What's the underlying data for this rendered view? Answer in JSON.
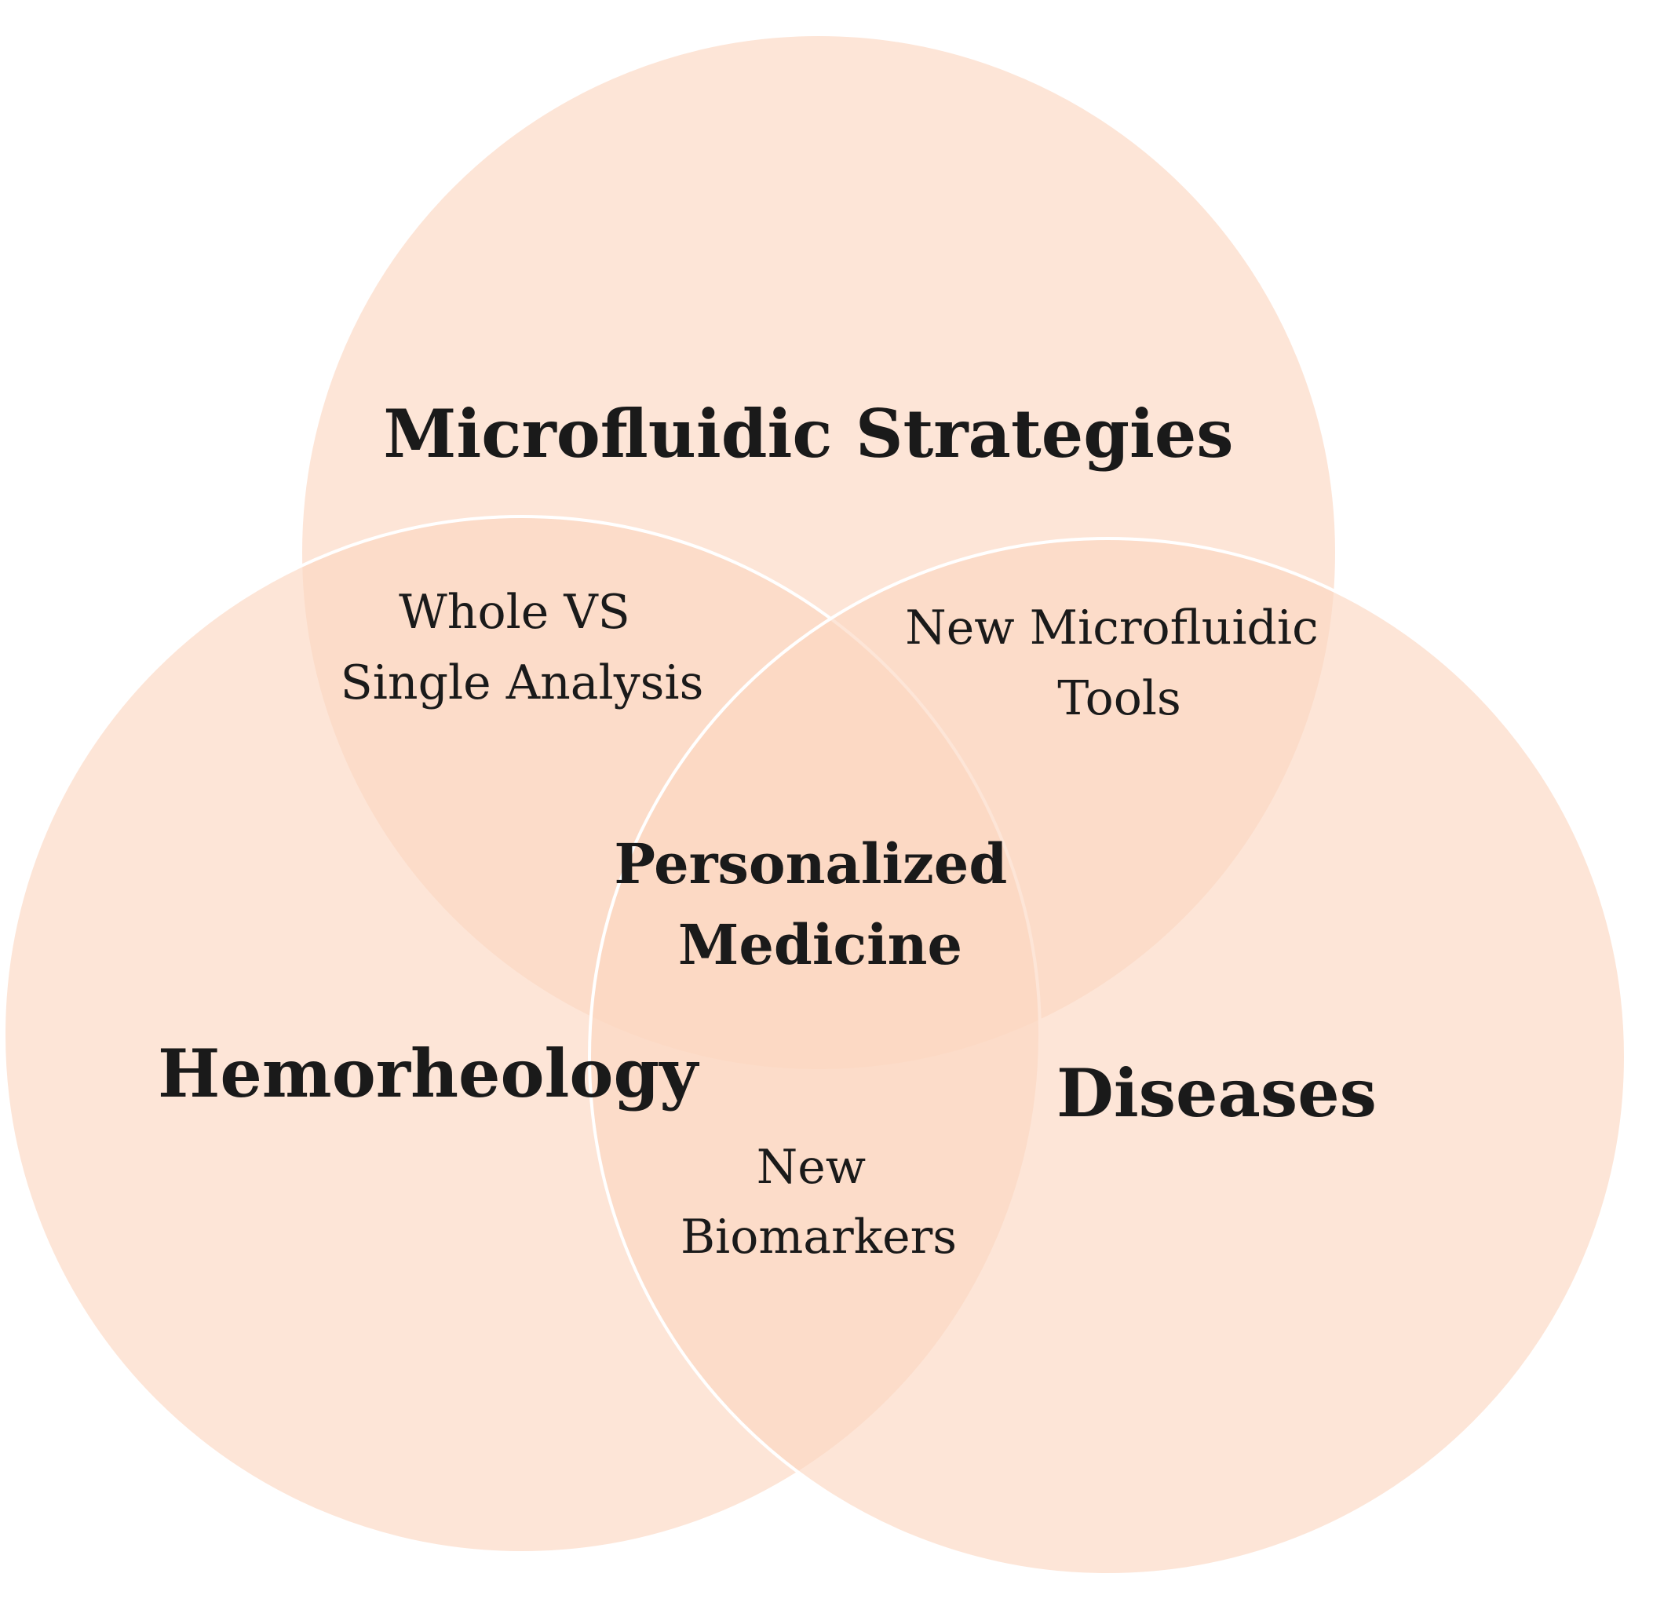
{
  "colors": {
    "circle_fill": "#fcd7c2",
    "circle_opacity": 0.65,
    "circle_outline": "#ffffff",
    "set_label_color": "#1a1a1a",
    "intersection_label_color": "#1a1a1a",
    "center_label_color": "#e3a12c",
    "background": "#ffffff"
  },
  "sets": {
    "top": "Microfluidic Strategies",
    "left": "Hemorheology",
    "right": "Diseases"
  },
  "intersections": {
    "top_left": [
      "Whole VS",
      "Single Analysis"
    ],
    "top_right": [
      "New Microfluidic",
      "Tools"
    ],
    "left_right": [
      "New",
      "Biomarkers"
    ]
  },
  "center": [
    "Personalized",
    "Medicine"
  ]
}
